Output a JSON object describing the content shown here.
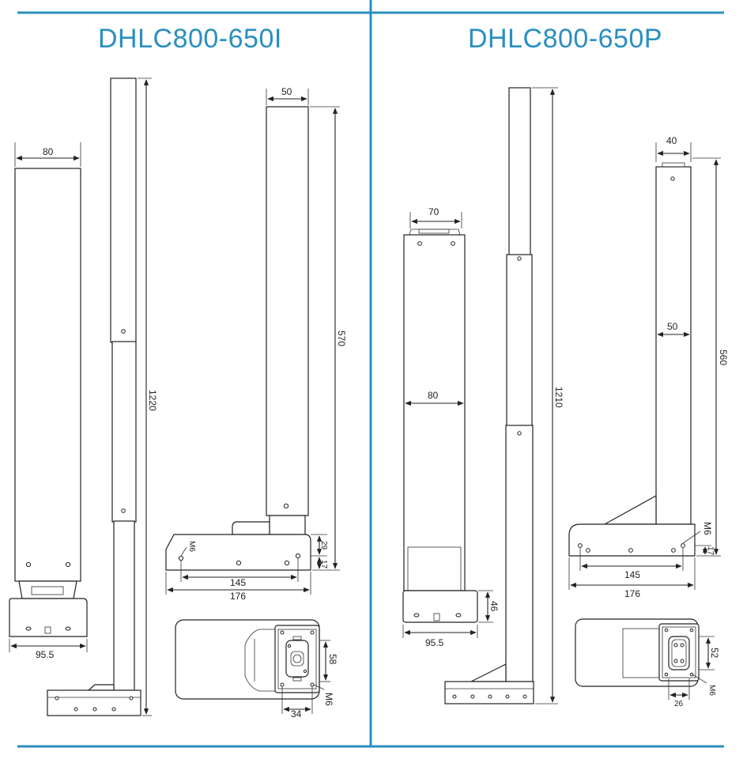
{
  "colors": {
    "accent": "#2a8fc2",
    "line": "#222222"
  },
  "left": {
    "title": "DHLC800-650I",
    "dims": {
      "width80": "80",
      "base955": "95.5",
      "height1220": "1220",
      "top50": "50",
      "height570": "570",
      "d29": "29",
      "d17": "17",
      "m6_side": "M6",
      "d145": "145",
      "d176": "176",
      "d58": "58",
      "m6_plate": "M6",
      "d34": "34"
    }
  },
  "right": {
    "title": "DHLC800-650P",
    "dims": {
      "top70": "70",
      "width80": "80",
      "base955": "95.5",
      "d46": "46",
      "height1210": "1210",
      "top40": "40",
      "mid50": "50",
      "height560": "560",
      "m6_side": "M6",
      "d17": "17",
      "d145": "145",
      "d176": "176",
      "d52": "52",
      "m6_plate": "M6",
      "d26": "26"
    }
  }
}
